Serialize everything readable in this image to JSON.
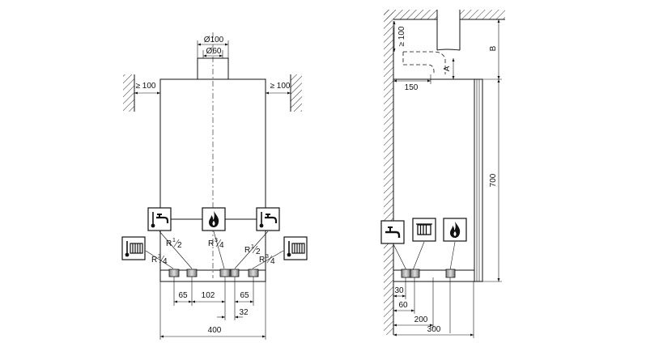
{
  "front_view": {
    "flue_outer": "Ø100",
    "flue_inner": "Ø60",
    "clearance_left": "≥ 100",
    "clearance_right": "≥ 100",
    "thread_hot_water": "R",
    "thread_hot_water_num": "1",
    "thread_hot_water_den": "2",
    "thread_gas": "R",
    "thread_gas_num": "3",
    "thread_gas_den": "4",
    "thread_cold_water": "R",
    "thread_cold_water_num": "1",
    "thread_cold_water_den": "2",
    "thread_heating_flow": "R",
    "thread_heating_flow_num": "3",
    "thread_heating_flow_den": "4",
    "thread_heating_return": "R",
    "thread_heating_return_num": "3",
    "thread_heating_return_den": "4",
    "dim_65_left": "65",
    "dim_102": "102",
    "dim_65_right": "65",
    "dim_32": "32",
    "dim_width": "400"
  },
  "side_view": {
    "clearance_top": "≥ 100",
    "dim_B": "B",
    "dim_A": "A",
    "dim_150": "150",
    "dim_height": "700",
    "dim_30": "30",
    "dim_60": "60",
    "dim_200": "200",
    "dim_depth": "300"
  },
  "icons": {
    "hot_water_tap": "tap-hot-icon",
    "gas_flame": "flame-icon",
    "cold_water_tap": "tap-cold-icon",
    "radiator": "radiator-icon"
  }
}
